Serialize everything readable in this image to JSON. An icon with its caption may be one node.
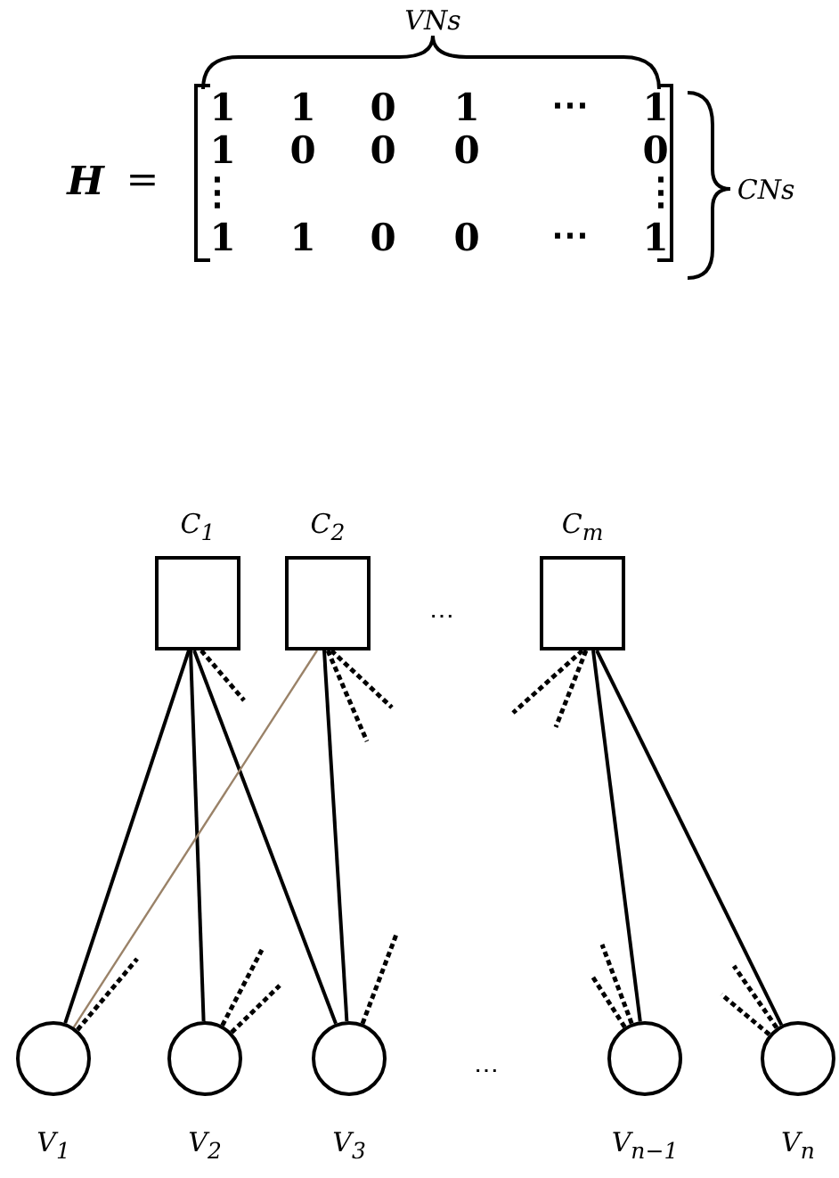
{
  "diagram": {
    "nodes": [
      {
        "text": [
          "C$_{1}$"
        ]
      },
      {
        "text": [
          "C$_{2}$"
        ]
      },
      {
        "text": [
          "C$_{m}$"
        ]
      },
      {
        "text": [
          "V$_{1}$"
        ]
      },
      {
        "text": [
          "V$_{2}$"
        ]
      },
      {
        "text": [
          "V$_{3}$"
        ]
      },
      {
        "text": [
          "V$_{n−1}$"
        ]
      },
      {
        "text": [
          "V$_{n}$"
        ]
      }
    ],
    "edges": [
      {
        "from": 0,
        "to": 3,
        "arrow": "none"
      },
      {
        "from": 0,
        "to": 4,
        "arrow": "none"
      },
      {
        "from": 0,
        "to": 5,
        "arrow": "none"
      },
      {
        "from": 1,
        "to": 3,
        "arrow": "none",
        "color": "#9a8268"
      },
      {
        "from": 1,
        "to": 5,
        "arrow": "none"
      },
      {
        "from": 2,
        "to": 6,
        "arrow": "none"
      },
      {
        "from": 2,
        "to": 7,
        "arrow": "none"
      },
      {
        "from": 0,
        "to": null,
        "arrow": "none",
        "style": "dashed"
      },
      {
        "from": 1,
        "to": null,
        "arrow": "none",
        "style": "dashed"
      },
      {
        "from": 1,
        "to": null,
        "arrow": "none",
        "style": "dashed"
      },
      {
        "from": 2,
        "to": null,
        "arrow": "none",
        "style": "dashed"
      },
      {
        "from": 2,
        "to": null,
        "arrow": "none",
        "style": "dashed"
      },
      {
        "from": 3,
        "to": null,
        "arrow": "none",
        "style": "dashed"
      },
      {
        "from": 4,
        "to": null,
        "arrow": "none",
        "style": "dashed"
      },
      {
        "from": 4,
        "to": null,
        "arrow": "none",
        "style": "dashed"
      },
      {
        "from": 5,
        "to": null,
        "arrow": "none",
        "style": "dashed"
      },
      {
        "from": 6,
        "to": null,
        "arrow": "none",
        "style": "dashed"
      },
      {
        "from": 6,
        "to": null,
        "arrow": "none",
        "style": "dashed"
      },
      {
        "from": 7,
        "to": null,
        "arrow": "none",
        "style": "dashed"
      },
      {
        "from": 7,
        "to": null,
        "arrow": "none",
        "style": "dashed"
      }
    ],
    "labels": [
      "VNs",
      "H",
      "=",
      "1",
      "1",
      "0",
      "1",
      "⋯",
      "1",
      "1",
      "0",
      "0",
      "0",
      "0",
      "⋮",
      "⋮",
      "1",
      "1",
      "0",
      "0",
      "⋯",
      "1",
      "CNs",
      "⋯",
      "⋯"
    ]
  }
}
